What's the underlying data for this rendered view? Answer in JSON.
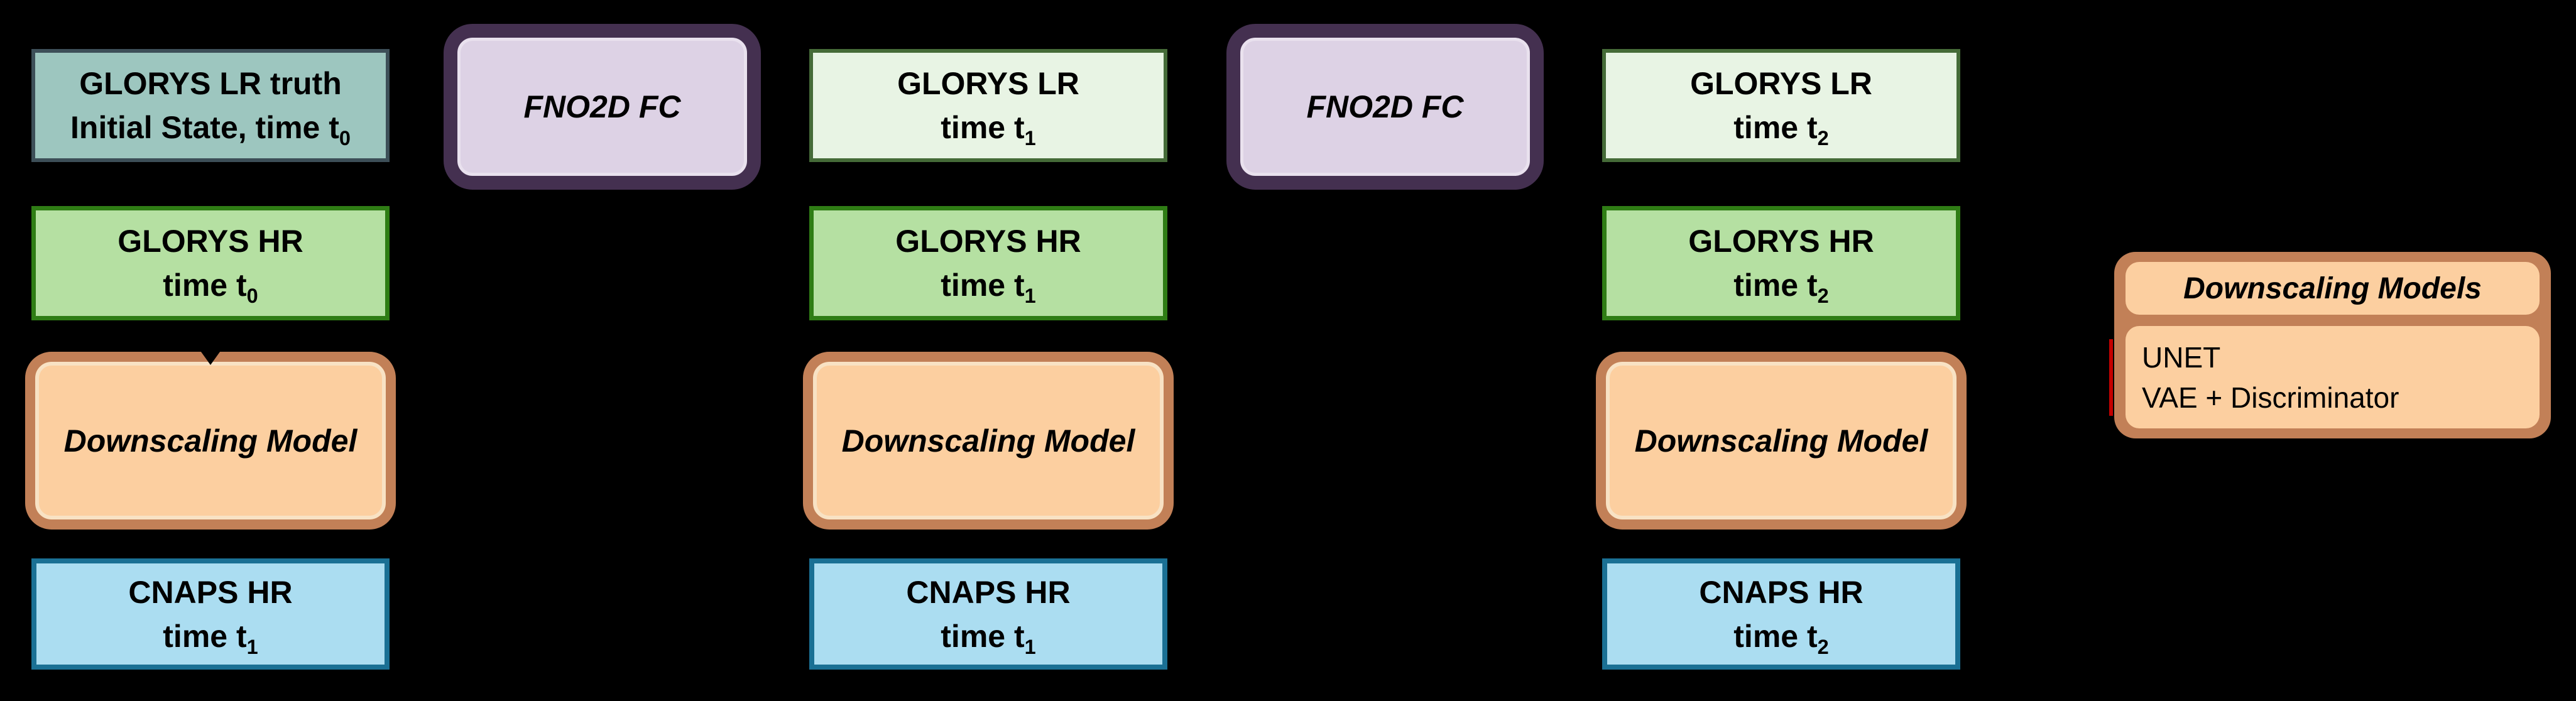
{
  "boxes": {
    "glorys_lr_truth": {
      "line1": "GLORYS LR truth",
      "line2_pre": "Initial State, time t",
      "line2_sub": "0"
    },
    "fno_1": {
      "label": "FNO2D FC"
    },
    "glorys_lr_t1": {
      "line1": "GLORYS LR",
      "line2_pre": "time t",
      "line2_sub": "1"
    },
    "fno_2": {
      "label": "FNO2D FC"
    },
    "glorys_lr_t2": {
      "line1": "GLORYS LR",
      "line2_pre": "time t",
      "line2_sub": "2"
    },
    "glorys_hr_t0": {
      "line1": "GLORYS HR",
      "line2_pre": "time t",
      "line2_sub": "0"
    },
    "glorys_hr_t1": {
      "line1": "GLORYS HR",
      "line2_pre": "time t",
      "line2_sub": "1"
    },
    "glorys_hr_t2": {
      "line1": "GLORYS HR",
      "line2_pre": "time t",
      "line2_sub": "2"
    },
    "downscaling_1": {
      "label": "Downscaling Model"
    },
    "downscaling_2": {
      "label": "Downscaling Model"
    },
    "downscaling_3": {
      "label": "Downscaling Model"
    },
    "cnaps_hr_t1_a": {
      "line1": "CNAPS HR",
      "line2_pre": "time t",
      "line2_sub": "1"
    },
    "cnaps_hr_t1_b": {
      "line1": "CNAPS HR",
      "line2_pre": "time t",
      "line2_sub": "1"
    },
    "cnaps_hr_t2": {
      "line1": "CNAPS HR",
      "line2_pre": "time t",
      "line2_sub": "2"
    }
  },
  "legend": {
    "title": "Downscaling Models",
    "items": [
      "UNET",
      "VAE + Discriminator"
    ]
  },
  "colors": {
    "bg": "#000000",
    "text": "#000000",
    "teal_fill": "#9dc6bf",
    "teal_border": "#3d4f58",
    "lr_fill": "#e8f4e4",
    "lr_border": "#456b38",
    "hr_fill": "#b5e0a2",
    "hr_border": "#2f7d15",
    "orange_fill": "#fccfa0",
    "orange_border": "#c28057",
    "orange_inner": "#f8e2c4",
    "blue_fill": "#abddf1",
    "blue_border": "#1a7094",
    "purple_fill": "#ddd2e5",
    "purple_border": "#443050",
    "red_line": "#c40000"
  }
}
